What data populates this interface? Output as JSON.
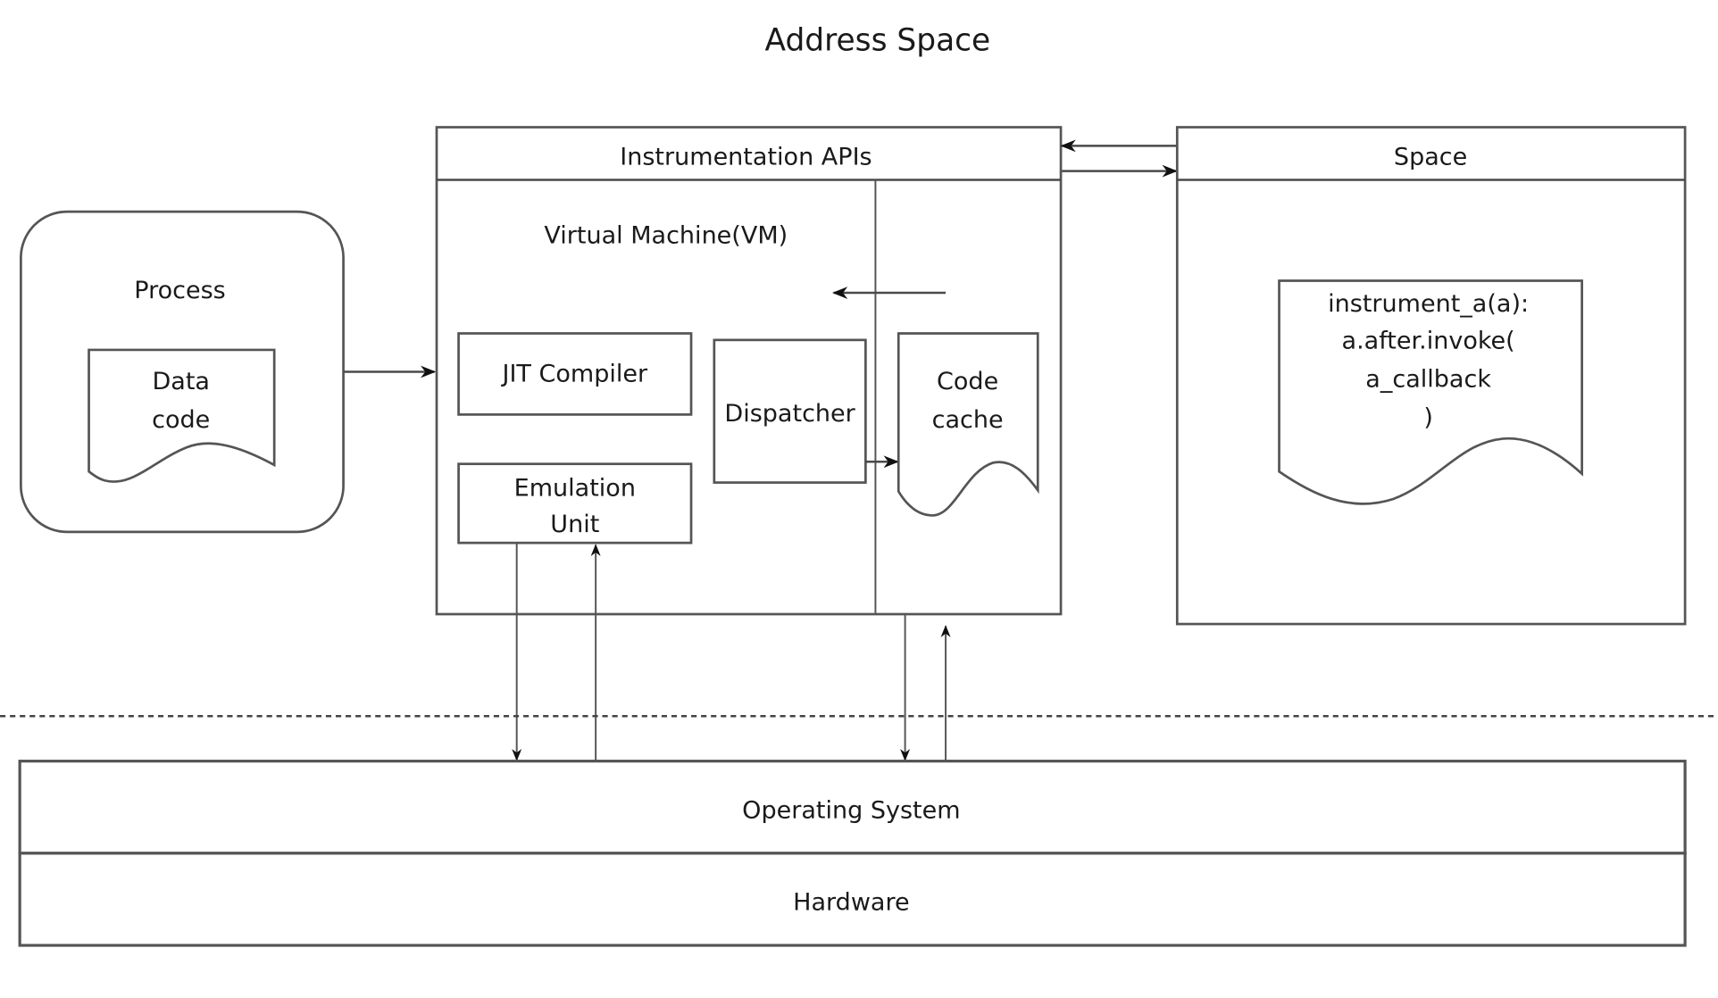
{
  "diagram": {
    "title": "Address Space",
    "process": {
      "label": "Process",
      "document": [
        "Data",
        "code"
      ]
    },
    "vm_container": {
      "header": "Instrumentation APIs",
      "vm_label": "Virtual Machine(VM)",
      "jit_compiler": "JIT Compiler",
      "emulation_unit": [
        "Emulation",
        "Unit"
      ],
      "dispatcher": "Dispatcher",
      "code_cache": [
        "Code",
        "cache"
      ]
    },
    "space": {
      "header": "Space",
      "code": [
        "instrument_a(a):",
        "a.after.invoke(",
        "a_callback",
        ")"
      ]
    },
    "layers": {
      "os": "Operating System",
      "hardware": "Hardware"
    }
  }
}
